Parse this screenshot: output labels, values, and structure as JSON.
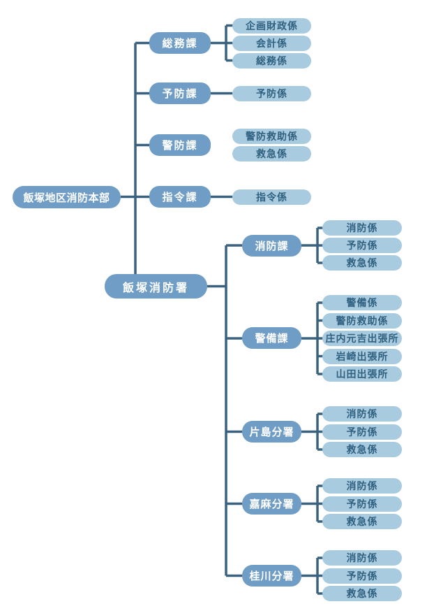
{
  "org": {
    "root": {
      "label": "飯塚地区消防本部"
    },
    "divisions": [
      {
        "label": "総務課",
        "sections": [
          "企画財政係",
          "会計係",
          "総務係"
        ]
      },
      {
        "label": "予防課",
        "sections": [
          "予防係"
        ]
      },
      {
        "label": "警防課",
        "sections": [
          "警防救助係",
          "救急係"
        ]
      },
      {
        "label": "指令課",
        "sections": [
          "指令係"
        ]
      }
    ],
    "station": {
      "label": "飯塚消防署",
      "departments": [
        {
          "label": "消防課",
          "sections": [
            "消防係",
            "予防係",
            "救急係"
          ]
        },
        {
          "label": "警備課",
          "sections": [
            "警備係",
            "警防救助係",
            "庄内元吉出張所",
            "岩崎出張所",
            "山田出張所"
          ]
        },
        {
          "label": "片島分署",
          "sections": [
            "消防係",
            "予防係",
            "救急係"
          ]
        },
        {
          "label": "嘉麻分署",
          "sections": [
            "消防係",
            "予防係",
            "救急係"
          ]
        },
        {
          "label": "桂川分署",
          "sections": [
            "消防係",
            "予防係",
            "救急係"
          ]
        }
      ]
    }
  },
  "colors": {
    "background": "#ffffff",
    "node_fill": "#6f9dc6",
    "node_text": "#ffffff",
    "leaf_fill": "#a9cbe0",
    "leaf_text": "#2f607f",
    "connector": "#3a627e"
  }
}
